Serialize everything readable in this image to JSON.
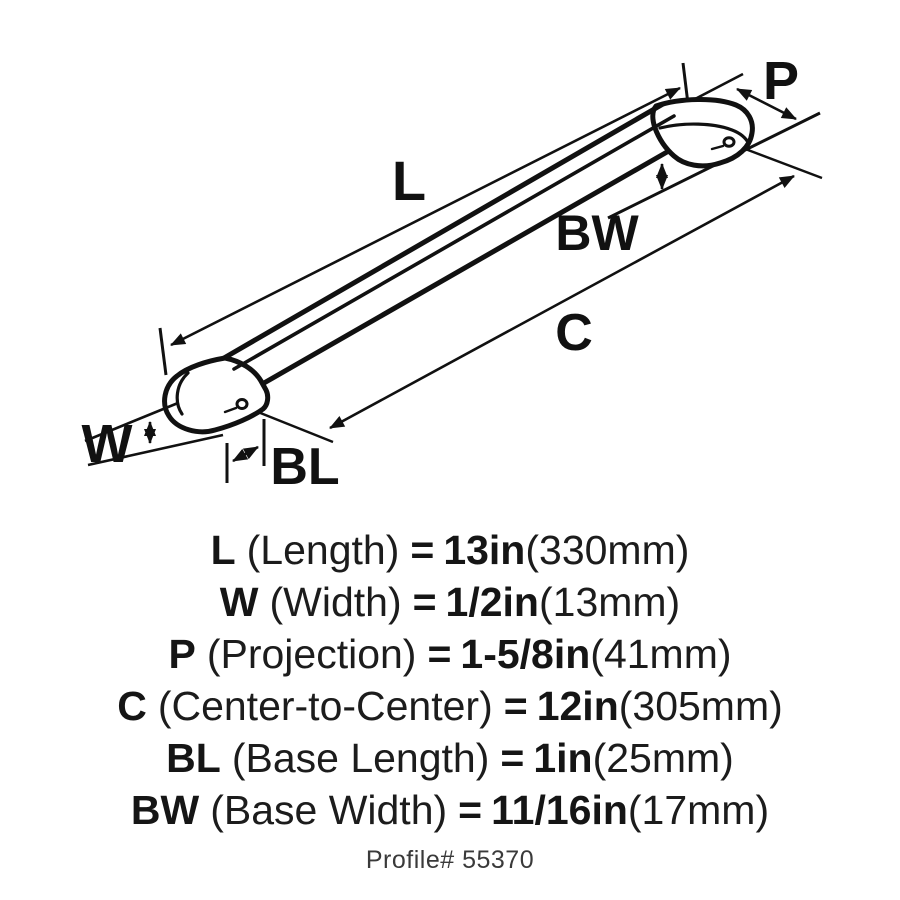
{
  "colors": {
    "ink": "#111111",
    "background": "#ffffff"
  },
  "diagram": {
    "description": "isometric line drawing of a bar cabinet pull with dimension callouts",
    "labels": {
      "l": "L",
      "p": "P",
      "bw": "BW",
      "c": "C",
      "w": "W",
      "bl": "BL"
    }
  },
  "legend": {
    "equals": "=",
    "items": [
      {
        "symbol": "L",
        "name": "(Length)",
        "value": "13in",
        "metric": "(330mm)"
      },
      {
        "symbol": "W",
        "name": "(Width)",
        "value": "1/2in",
        "metric": "(13mm)"
      },
      {
        "symbol": "P",
        "name": "(Projection)",
        "value": "1-5/8in",
        "metric": "(41mm)"
      },
      {
        "symbol": "C",
        "name": "(Center-to-Center)",
        "value": "12in",
        "metric": "(305mm)"
      },
      {
        "symbol": "BL",
        "name": "(Base Length)",
        "value": "1in",
        "metric": "(25mm)"
      },
      {
        "symbol": "BW",
        "name": "(Base Width)",
        "value": "11/16in",
        "metric": "(17mm)"
      }
    ]
  },
  "footer": {
    "profile_text": "Profile# 55370"
  }
}
